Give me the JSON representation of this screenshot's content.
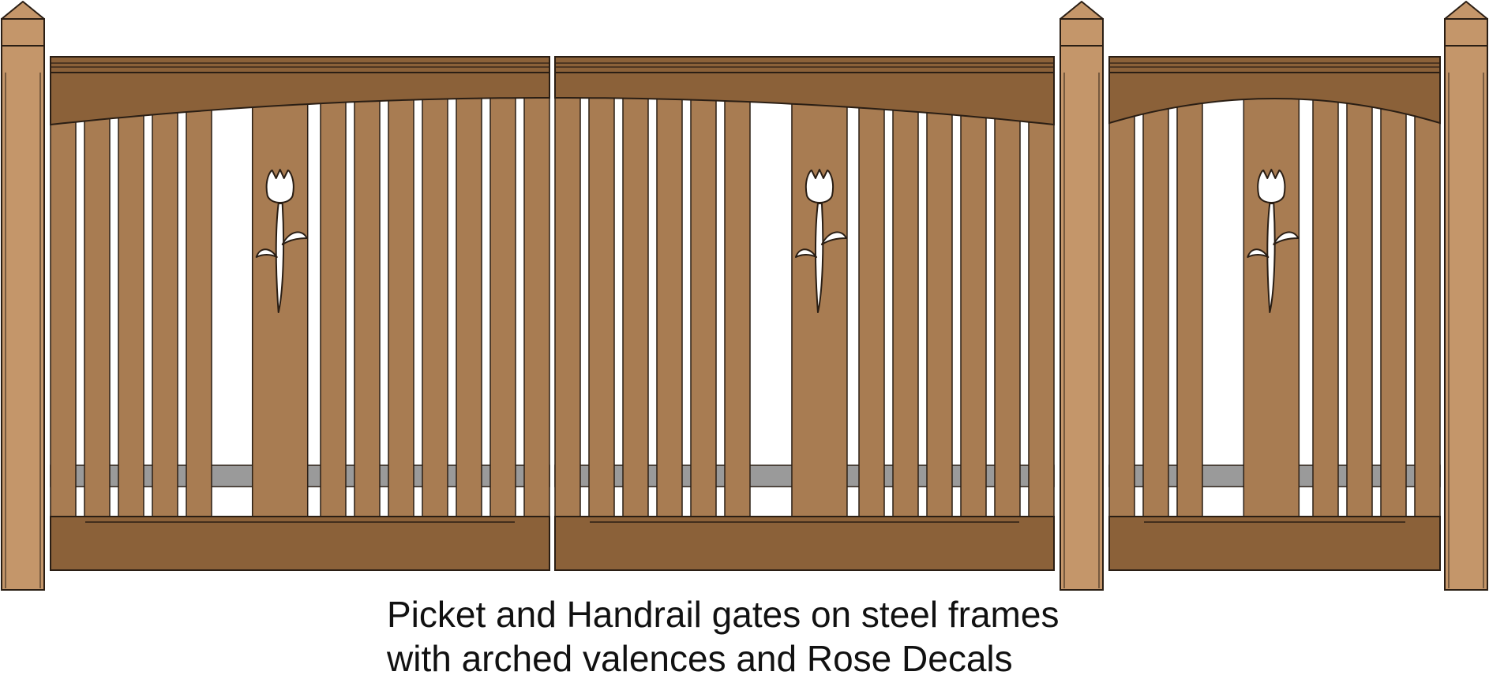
{
  "caption": {
    "line1": "Picket and Handrail gates on steel frames",
    "line2": "with arched valences and Rose Decals"
  },
  "illustration": {
    "gate_count": 3,
    "post_count": 3,
    "decal": "rose",
    "colors": {
      "post": "#c4966a",
      "picket": "#a87c52",
      "rail": "#8b6139",
      "steel": "#9a9a9a",
      "outline": "#2a1e14",
      "decal": "#ffffff"
    }
  }
}
